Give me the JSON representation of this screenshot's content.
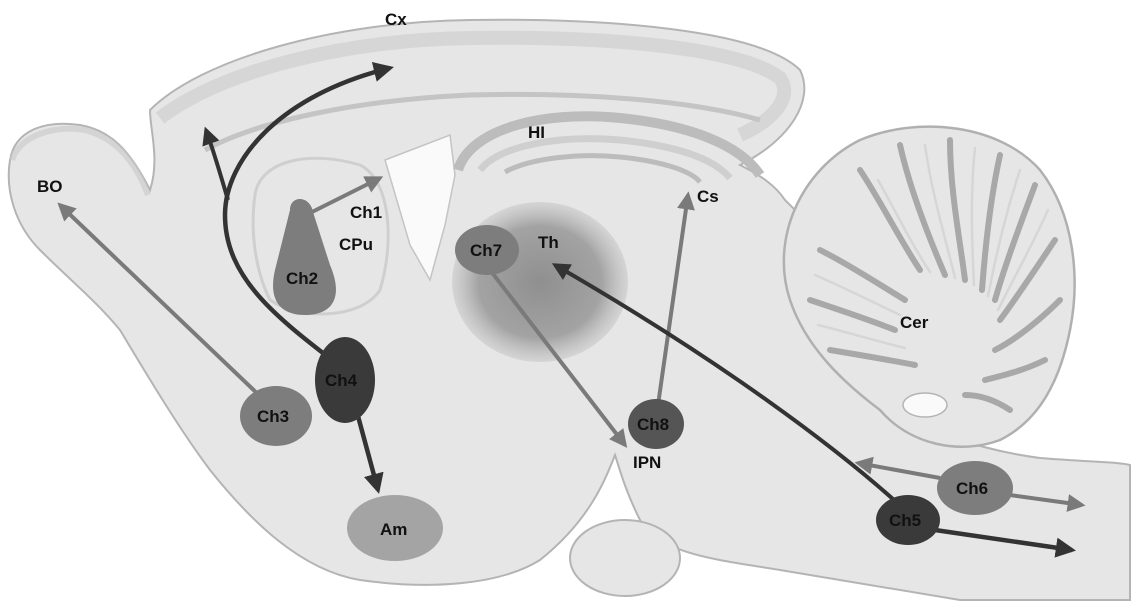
{
  "regions": {
    "cx": "Cx",
    "hi": "HI",
    "bo": "BO",
    "ch1": "Ch1",
    "cpu": "CPu",
    "th": "Th",
    "cs": "Cs",
    "cer": "Cer",
    "ipn": "IPN",
    "am": "Am"
  },
  "nuclei": {
    "ch2": "Ch2",
    "ch3": "Ch3",
    "ch4": "Ch4",
    "ch5": "Ch5",
    "ch6": "Ch6",
    "ch7": "Ch7",
    "ch8": "Ch8"
  },
  "colors": {
    "tissue": "#e6e6e6",
    "tissue_edge": "#b4b4b4",
    "fold": "#cfcfcf",
    "ventricle": "#fafafa",
    "thalamus": "#9a9a9a",
    "nucleus_mid": "#7d7d7d",
    "nucleus_dark": "#3a3a3a",
    "nucleus_light": "#a4a4a4",
    "arrow_dark": "#333333",
    "arrow_gray": "#7a7a7a"
  }
}
